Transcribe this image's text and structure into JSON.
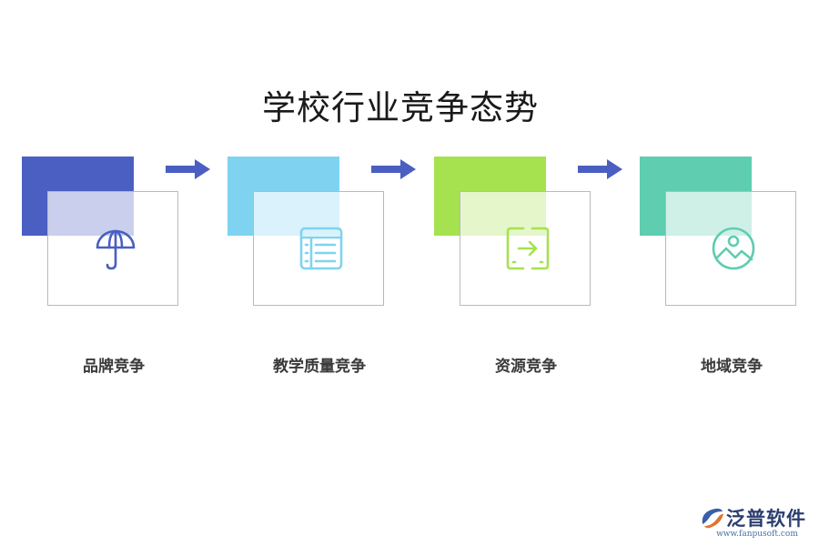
{
  "title": "学校行业竞争态势",
  "steps": [
    {
      "label": "品牌竞争",
      "color": "#4a5fc1",
      "icon": "umbrella-icon"
    },
    {
      "label": "教学质量竞争",
      "color": "#7fd3f0",
      "icon": "list-icon"
    },
    {
      "label": "资源竞争",
      "color": "#a6e24f",
      "icon": "transfer-icon"
    },
    {
      "label": "地域竞争",
      "color": "#5ecdb0",
      "icon": "image-icon"
    }
  ],
  "arrow_color": "#4a5fc1",
  "brand": {
    "name": "泛普软件",
    "url": "www.fanpusoft.com"
  }
}
